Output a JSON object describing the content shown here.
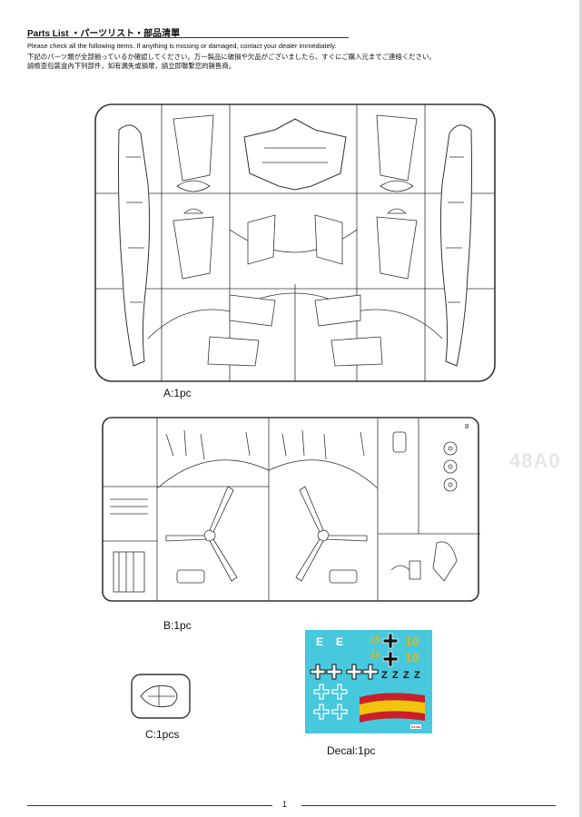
{
  "header": {
    "title": "Parts List ・パーツリスト・部品清單",
    "notice_en": "Please check all the following items. If anything is missing or damaged, contact your dealer immediately.",
    "notice_ja": "下記のパーツ類が全部揃っているか確認してください。万一製品に破損や欠品がございましたら、すぐにご購入元までご連絡ください。",
    "notice_zh": "請檢查包裝盒內下列部件，如有漏失或損壞，請立即聯繫您的銷售商。"
  },
  "parts": [
    {
      "id": "A",
      "label": "A:1pc"
    },
    {
      "id": "B",
      "label": "B:1pc"
    },
    {
      "id": "C",
      "label": "C:1pcs"
    },
    {
      "id": "decal",
      "label": "Decal:1pc"
    }
  ],
  "decal": {
    "markings": [
      "E",
      "E",
      "15",
      "10",
      "15",
      "10",
      "Z",
      "Z",
      "Z",
      "Z"
    ],
    "brand_text": "Arma",
    "background_color": "#48c8dc",
    "accent_colors": [
      "#e2b614",
      "#c8202a",
      "#f1c40f"
    ]
  },
  "sprue_b_corner_label": "B",
  "ghost_text": "48A0",
  "page_number": "1"
}
